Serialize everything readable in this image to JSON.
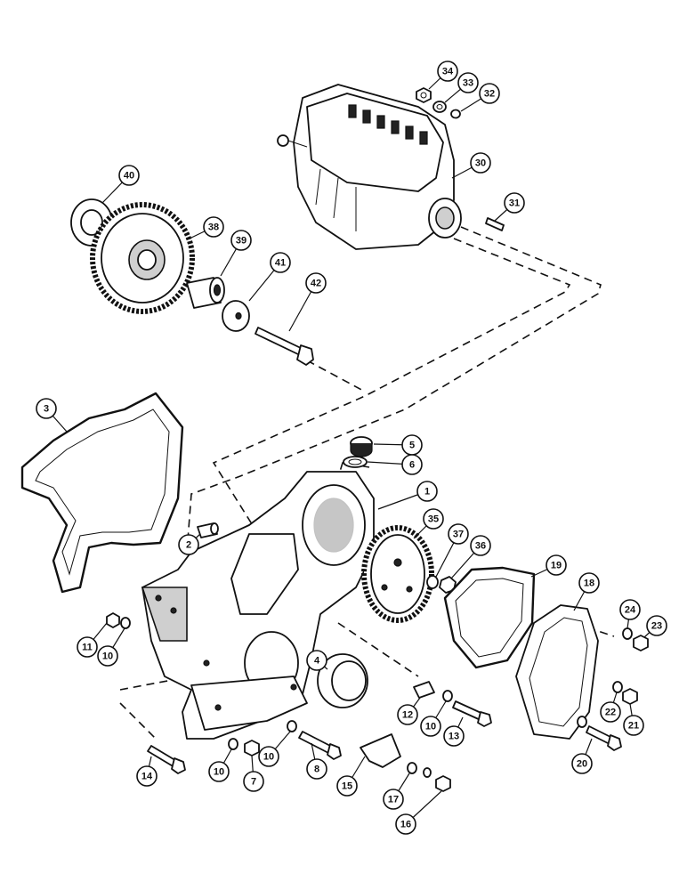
{
  "diagram": {
    "callouts": [
      {
        "label": "34"
      },
      {
        "label": "33"
      },
      {
        "label": "32"
      },
      {
        "label": "30"
      },
      {
        "label": "31"
      },
      {
        "label": "40"
      },
      {
        "label": "38"
      },
      {
        "label": "39"
      },
      {
        "label": "41"
      },
      {
        "label": "42"
      },
      {
        "label": "3"
      },
      {
        "label": "5"
      },
      {
        "label": "6"
      },
      {
        "label": "1"
      },
      {
        "label": "2"
      },
      {
        "label": "35"
      },
      {
        "label": "37"
      },
      {
        "label": "36"
      },
      {
        "label": "19"
      },
      {
        "label": "18"
      },
      {
        "label": "24"
      },
      {
        "label": "23"
      },
      {
        "label": "11"
      },
      {
        "label": "10"
      },
      {
        "label": "4"
      },
      {
        "label": "12"
      },
      {
        "label": "10"
      },
      {
        "label": "13"
      },
      {
        "label": "22"
      },
      {
        "label": "21"
      },
      {
        "label": "20"
      },
      {
        "label": "14"
      },
      {
        "label": "10"
      },
      {
        "label": "7"
      },
      {
        "label": "10"
      },
      {
        "label": "8"
      },
      {
        "label": "15"
      },
      {
        "label": "17"
      },
      {
        "label": "16"
      }
    ]
  }
}
